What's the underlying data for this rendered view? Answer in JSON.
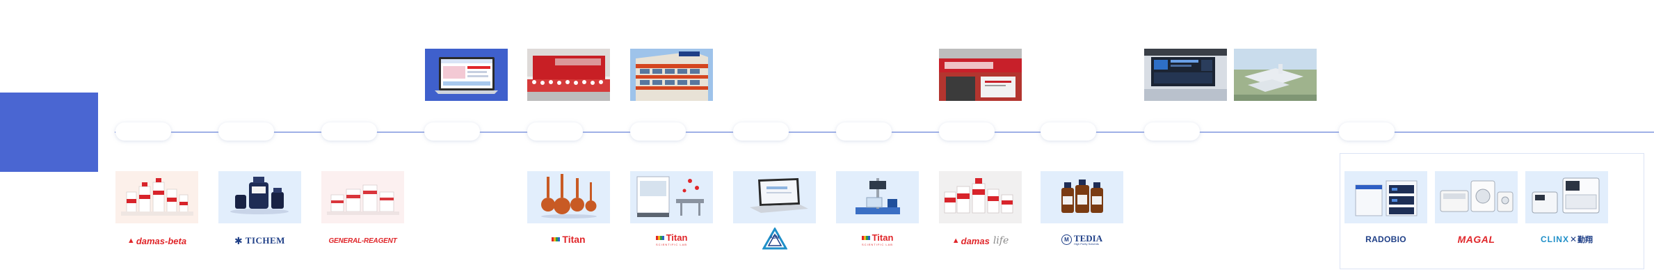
{
  "timeline": {
    "milestone_count": 12
  },
  "top_photos": [
    {
      "name": "website-screenshot"
    },
    {
      "name": "delivery-truck-team"
    },
    {
      "name": "office-building"
    },
    {
      "name": "storefront"
    },
    {
      "name": "dashboard-display"
    },
    {
      "name": "industrial-park-aerial"
    }
  ],
  "brands": [
    {
      "name": "damas-beta",
      "label": "damas-beta",
      "mark": "▲",
      "color": "#e0262a"
    },
    {
      "name": "tichem",
      "label": "TICHEM",
      "mark": "✱",
      "color": "#1f3f87"
    },
    {
      "name": "general-reagent",
      "label": "GENERAL-REAGENT",
      "color": "#e0262a"
    },
    {
      "name": "titan-1",
      "label": "Titan",
      "color": "#e0262a"
    },
    {
      "name": "titan-scientific-lab-1",
      "label": "Titan",
      "sub": "SCIENTIFIC LAB",
      "color": "#e0262a"
    },
    {
      "name": "abm",
      "label": "ABM",
      "color": "#1f8fc8"
    },
    {
      "name": "titan-scientific-lab-2",
      "label": "Titan",
      "sub": "SCIENTIFIC LAB",
      "color": "#e0262a"
    },
    {
      "name": "damas-life",
      "label": "damas",
      "script": "life",
      "mark": "▲",
      "color": "#e0262a"
    },
    {
      "name": "tedia",
      "label": "TEDIA",
      "sub": "High Purity Solvents",
      "mark": "M",
      "color": "#1f3f87"
    },
    {
      "name": "radobio",
      "label": "RADOBIO",
      "color": "#1f3f87"
    },
    {
      "name": "magal",
      "label": "MAGAL",
      "color": "#e0262a"
    },
    {
      "name": "clinx",
      "label": "CLINX",
      "cn": "勤翔",
      "color": "#1f8fc8"
    }
  ],
  "colors": {
    "accent": "#4a66d2",
    "line": "#9fb0e6",
    "thumb_bg": "#e2eefc",
    "brand_red": "#e0262a",
    "brand_navy": "#1f3f87"
  }
}
